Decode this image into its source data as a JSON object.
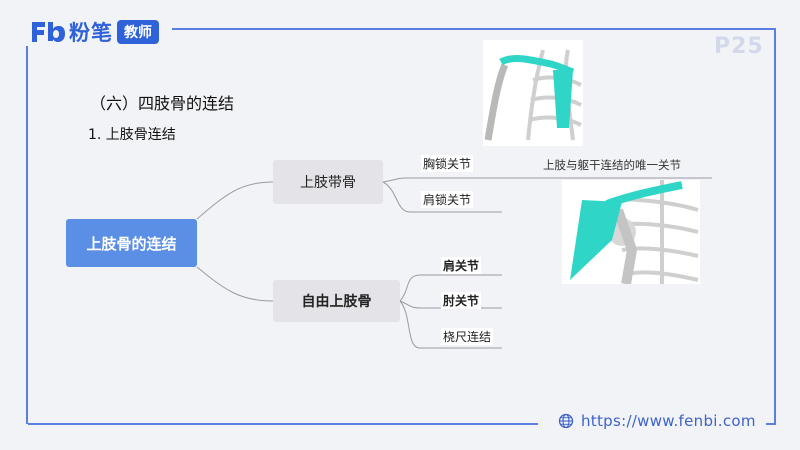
{
  "brand": {
    "logo_mark": "Fb",
    "name": "粉笔",
    "badge": "教师"
  },
  "page_number": "P25",
  "headings": {
    "section": "（六）四肢骨的连结",
    "subsection": "1. 上肢骨连结"
  },
  "mindmap": {
    "root": "上肢骨的连结",
    "branches": [
      {
        "label": "上肢带骨",
        "children": [
          "胸锁关节",
          "肩锁关节"
        ]
      },
      {
        "label": "自由上肢骨",
        "children": [
          "肩关节",
          "肘关节",
          "桡尺连结"
        ]
      }
    ],
    "note": "上肢与躯干连结的唯一关节"
  },
  "footer": {
    "url": "https://www.fenbi.com"
  },
  "icons": {
    "footer_icon": "globe-icon"
  },
  "colors": {
    "brand_blue": "#2f62d8",
    "frame_blue": "#5b7fe0",
    "root_node": "#5b8fe6",
    "branch_node": "#e4e4e8",
    "highlight_bone": "#2fd6c8"
  }
}
